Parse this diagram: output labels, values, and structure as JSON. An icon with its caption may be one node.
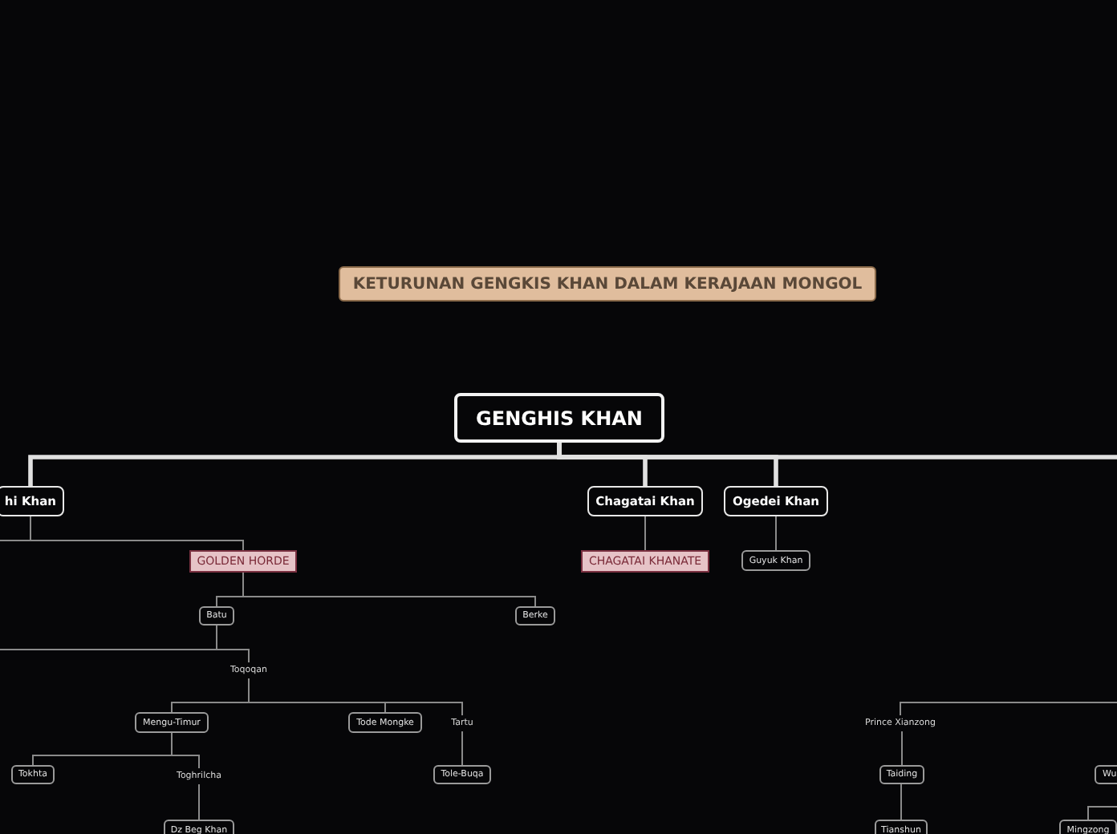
{
  "diagram": {
    "nodes": [
      {
        "text": [
          "KETURUNAN GENGKIS KHAN DALAM KERAJAAN MONGOL"
        ]
      },
      {
        "text": [
          "GENGHIS KHAN"
        ]
      },
      {
        "text": [
          "hi Khan"
        ]
      },
      {
        "text": [
          "Chagatai Khan"
        ]
      },
      {
        "text": [
          "Ogedei Khan"
        ]
      },
      {
        "text": [
          "GOLDEN HORDE"
        ]
      },
      {
        "text": [
          "CHAGATAI KHANATE"
        ]
      },
      {
        "text": [
          "Guyuk Khan"
        ]
      },
      {
        "text": [
          "Batu"
        ]
      },
      {
        "text": [
          "Berke"
        ]
      },
      {
        "text": [
          "Toqoqan"
        ]
      },
      {
        "text": [
          "Mengu-Timur"
        ]
      },
      {
        "text": [
          "Tode Mongke"
        ]
      },
      {
        "text": [
          "Tartu"
        ]
      },
      {
        "text": [
          "Tokhta"
        ]
      },
      {
        "text": [
          "Toghrilcha"
        ]
      },
      {
        "text": [
          "Tole-Buqa"
        ]
      },
      {
        "text": [
          "Dz Beg Khan"
        ]
      },
      {
        "text": [
          "Prince Xianzong"
        ]
      },
      {
        "text": [
          "Taiding"
        ]
      },
      {
        "text": [
          "Wu"
        ]
      },
      {
        "text": [
          "Tianshun"
        ]
      },
      {
        "text": [
          "Mingzong"
        ]
      }
    ],
    "edges": [
      {
        "from": 1,
        "to": 2,
        "arrow": "none",
        "style": "thick"
      },
      {
        "from": 1,
        "to": 3,
        "arrow": "none",
        "style": "thick"
      },
      {
        "from": 1,
        "to": 4,
        "arrow": "none",
        "style": "thick"
      },
      {
        "from": 1,
        "to": null,
        "arrow": "none",
        "style": "thick"
      },
      {
        "from": 2,
        "to": 5,
        "arrow": "none"
      },
      {
        "from": 2,
        "to": null,
        "arrow": "none"
      },
      {
        "from": 3,
        "to": 6,
        "arrow": "none"
      },
      {
        "from": 4,
        "to": 7,
        "arrow": "none"
      },
      {
        "from": 5,
        "to": 8,
        "arrow": "none"
      },
      {
        "from": 5,
        "to": 9,
        "arrow": "none"
      },
      {
        "from": 8,
        "to": 10,
        "arrow": "none"
      },
      {
        "from": 8,
        "to": null,
        "arrow": "none"
      },
      {
        "from": 10,
        "to": 11,
        "arrow": "none"
      },
      {
        "from": 10,
        "to": 12,
        "arrow": "none"
      },
      {
        "from": 10,
        "to": 13,
        "arrow": "none"
      },
      {
        "from": 11,
        "to": 14,
        "arrow": "none"
      },
      {
        "from": 11,
        "to": 15,
        "arrow": "none"
      },
      {
        "from": 15,
        "to": 17,
        "arrow": "none"
      },
      {
        "from": 13,
        "to": 16,
        "arrow": "none"
      },
      {
        "from": null,
        "to": 18,
        "arrow": "none"
      },
      {
        "from": 18,
        "to": 19,
        "arrow": "none"
      },
      {
        "from": 19,
        "to": 21,
        "arrow": "none"
      },
      {
        "from": 20,
        "to": 22,
        "arrow": "none"
      }
    ]
  }
}
